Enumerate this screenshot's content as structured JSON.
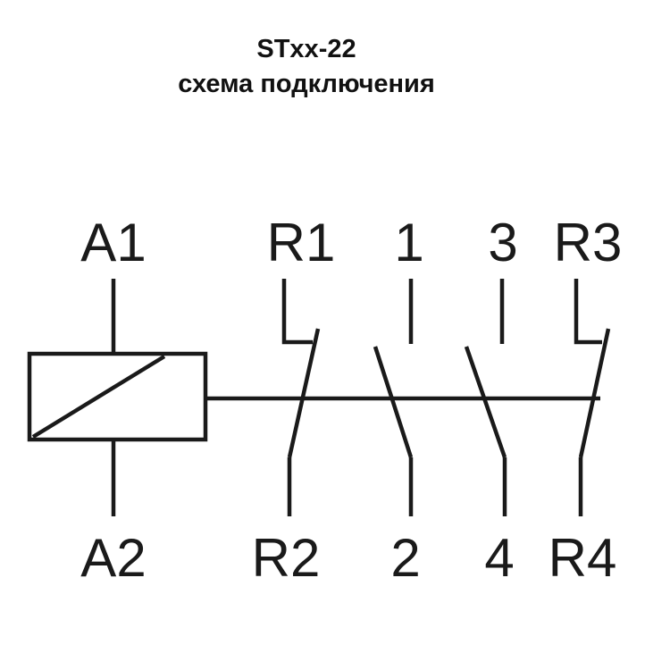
{
  "title": {
    "line1": "STxx-22",
    "line2": "схема подключения"
  },
  "colors": {
    "line": "#1a1a1a",
    "background": "#ffffff"
  },
  "coil": {
    "top_terminal": "A1",
    "bottom_terminal": "A2"
  },
  "contacts": [
    {
      "top_terminal": "R1",
      "bottom_terminal": "R2",
      "type": "NC"
    },
    {
      "top_terminal": "1",
      "bottom_terminal": "2",
      "type": "NO"
    },
    {
      "top_terminal": "3",
      "bottom_terminal": "4",
      "type": "NO"
    },
    {
      "top_terminal": "R3",
      "bottom_terminal": "R4",
      "type": "NC"
    }
  ]
}
